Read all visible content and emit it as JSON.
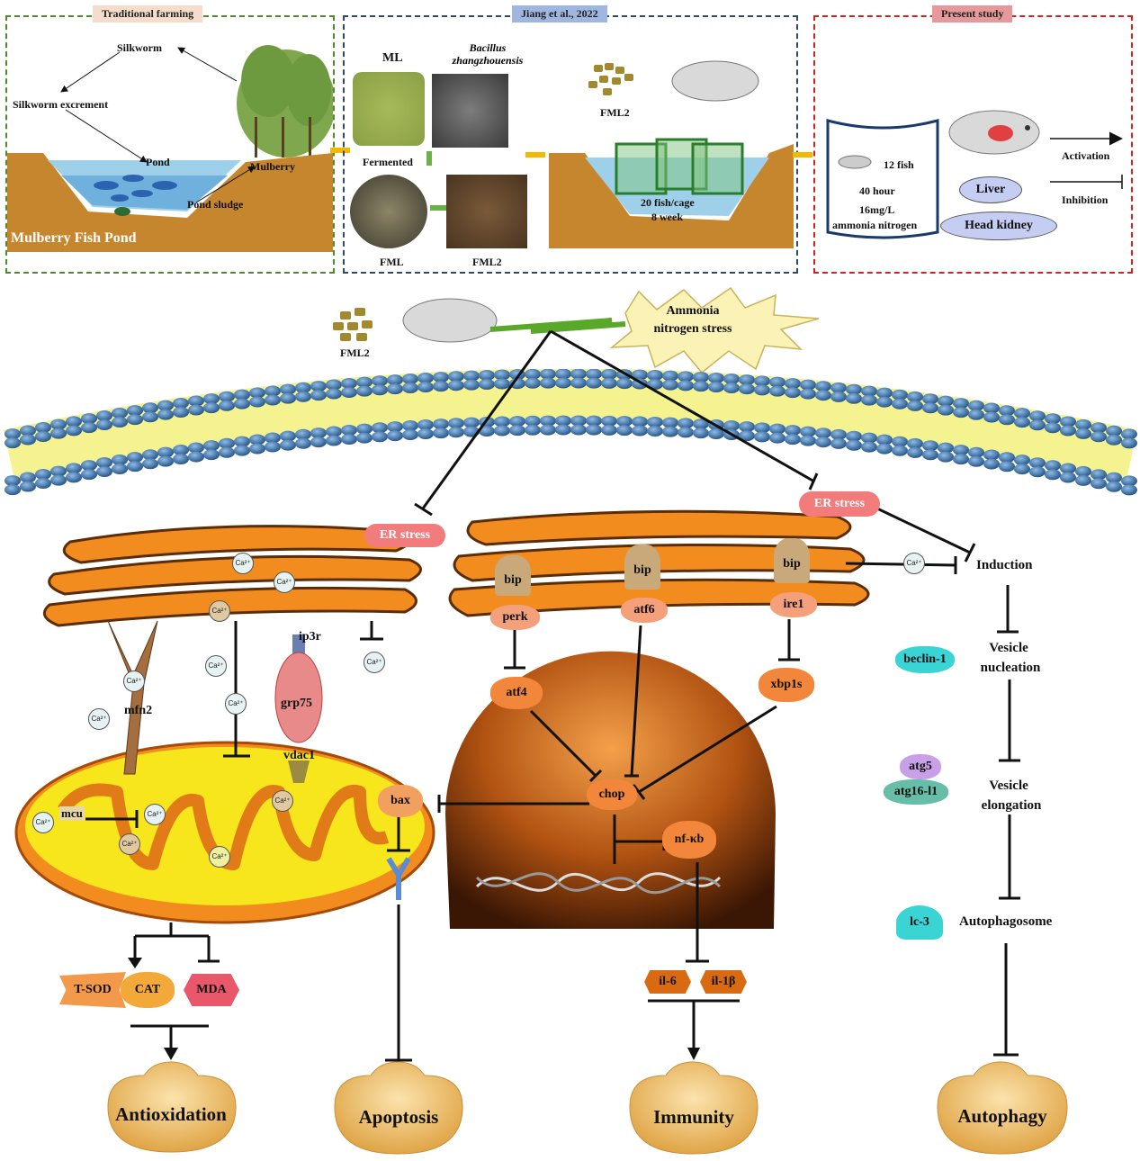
{
  "panels": {
    "traditional": {
      "title": "Traditional farming",
      "silkworm": "Silkworm",
      "excrement": "Silkworm excrement",
      "pond": "Pond",
      "mulberry": "Mulberry",
      "sludge": "Pond sludge",
      "caption": "Mulberry Fish Pond"
    },
    "jiang": {
      "title": "Jiang et al., 2022",
      "ml": "ML",
      "bacillus": "Bacillus zhangzhouensis",
      "fermented": "Fermented",
      "fml": "FML",
      "fml2": "FML2",
      "fml2_top": "FML2",
      "cage_line1": "20 fish/cage",
      "cage_line2": "8 week"
    },
    "present": {
      "title": "Present study",
      "fish_count": "12 fish",
      "hours": "40 hour",
      "conc": "16mg/L",
      "ammonia": "ammonia nitrogen",
      "liver": "Liver",
      "head_kidney": "Head kidney",
      "activation": "Activation",
      "inhibition": "Inhibition"
    }
  },
  "stress": {
    "feed": "FML2",
    "line1": "Ammonia",
    "line2": "nitrogen stress"
  },
  "er": {
    "left_er_stress": "ER stress",
    "right_er_stress": "ER stress",
    "bip": "bip",
    "perk": "perk",
    "atf6": "atf6",
    "ire1": "ire1",
    "atf4": "atf4",
    "xbp1s": "xbp1s",
    "chop": "chop",
    "nfkb": "nf-κb",
    "il6": "il-6",
    "il1b": "il-1β"
  },
  "mito": {
    "ip3r": "ip3r",
    "grp75": "grp75",
    "vdac1": "vdac1",
    "mfn2": "mfn2",
    "mcu": "mcu",
    "bax": "bax",
    "ca": "Ca²⁺",
    "tsod": "T-SOD",
    "cat": "CAT",
    "mda": "MDA"
  },
  "autophagy": {
    "induction": "Induction",
    "nucleation1": "Vesicle",
    "nucleation2": "nucleation",
    "elongation1": "Vesicle",
    "elongation2": "elongation",
    "autophagosome": "Autophagosome",
    "beclin": "beclin-1",
    "atg5": "atg5",
    "atg16": "atg16-l1",
    "lc3": "lc-3"
  },
  "outcomes": {
    "antioxidation": "Antioxidation",
    "apoptosis": "Apoptosis",
    "immunity": "Immunity",
    "autophagy": "Autophagy"
  },
  "colors": {
    "green_panel": "#4f8a2f",
    "blue_panel": "#2b4a6e",
    "red_panel": "#d42020",
    "orange": "#f28c1e",
    "membrane": "#2a5d8f"
  }
}
